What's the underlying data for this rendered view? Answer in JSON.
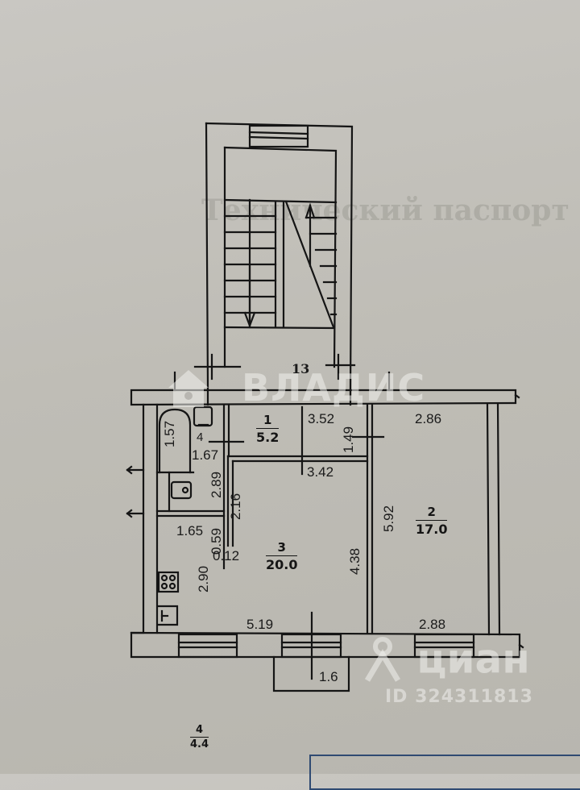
{
  "background": {
    "bleed_text": [
      "Технический паспорт"
    ]
  },
  "rooms": [
    {
      "id": "1",
      "area": "5.2"
    },
    {
      "id": "2",
      "area": "17.0"
    },
    {
      "id": "3",
      "area": "20.0"
    },
    {
      "id": "4",
      "area": "4.4"
    },
    {
      "id": "13",
      "area": ""
    }
  ],
  "dimensions": {
    "d_352": "3.52",
    "d_286": "2.86",
    "d_157": "1.57",
    "d_167": "1.67",
    "d_149": "1.49",
    "d_342": "3.42",
    "d_289": "2.89",
    "d_216": "2.16",
    "d_592": "5.92",
    "d_165": "1.65",
    "d_059": "0.59",
    "d_012": "0.12",
    "d_438": "4.38",
    "d_290": "2.90",
    "d_519": "5.19",
    "d_288": "2.88",
    "d_16": "1.6",
    "bath_label": "4"
  },
  "watermarks": {
    "vladis": "ВЛАДИС",
    "cian": "циан",
    "cian_id": "ID 324311813"
  },
  "colors": {
    "paper": "#c4c2bc",
    "ink": "#151515",
    "stamp_border": "#2f4a72"
  }
}
